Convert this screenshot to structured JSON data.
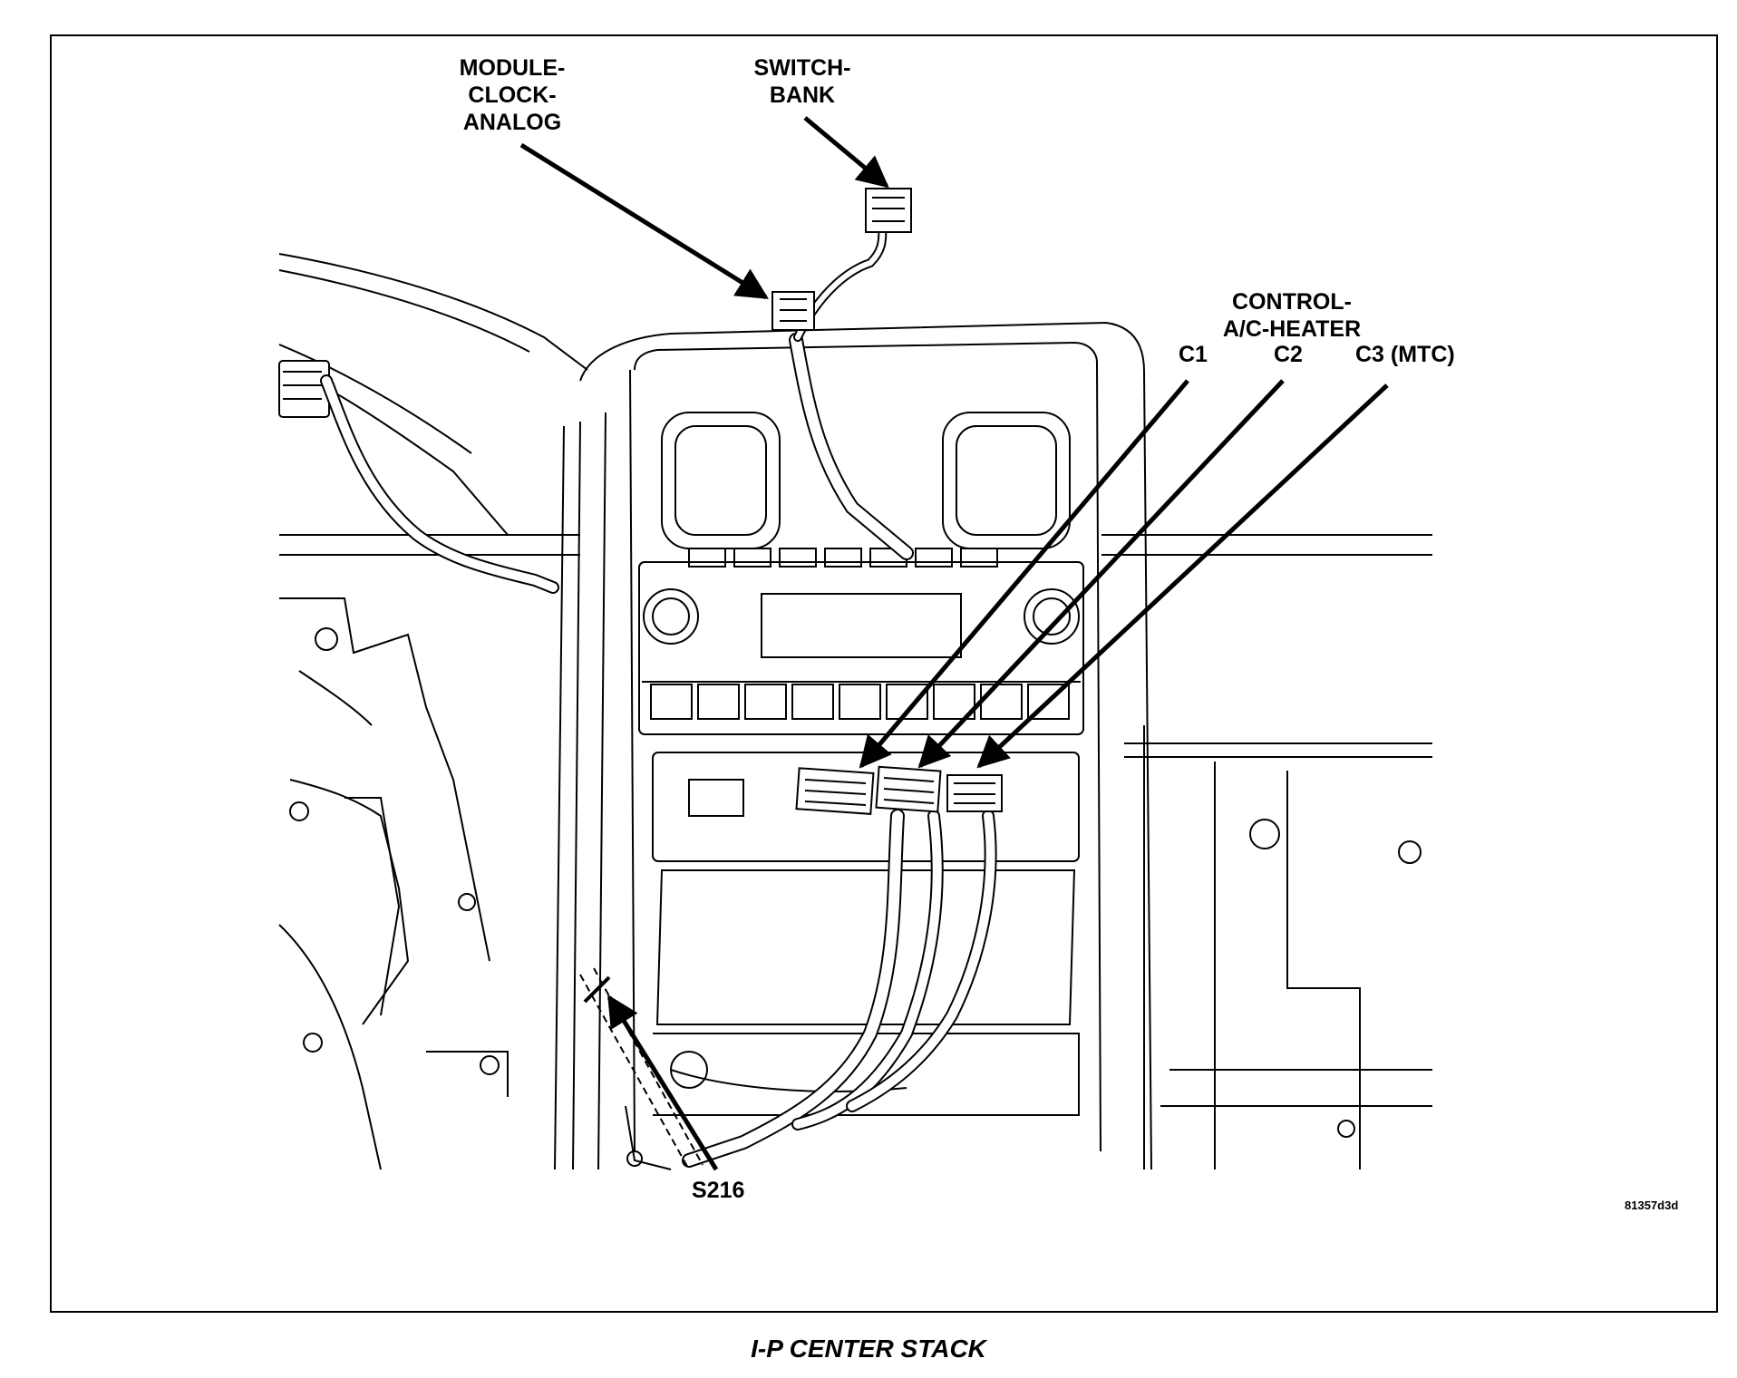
{
  "caption": "I-P CENTER STACK",
  "figure_id": "81357d3d",
  "callouts": {
    "module_clock_analog": [
      "MODULE-",
      "CLOCK-",
      "ANALOG"
    ],
    "switch_bank": [
      "SWITCH-",
      "BANK"
    ],
    "control_ac_heater": [
      "CONTROL-",
      "A/C-HEATER"
    ],
    "c1": "C1",
    "c2": "C2",
    "c3": "C3 (MTC)",
    "splice": "S216"
  }
}
